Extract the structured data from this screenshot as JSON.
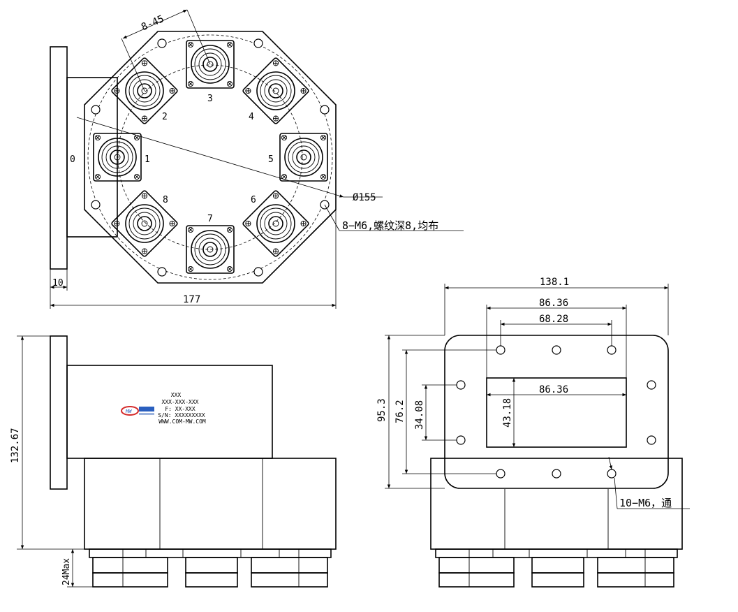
{
  "top_view": {
    "angle_label": "8-45",
    "port_numbers": [
      "0",
      "1",
      "2",
      "3",
      "4",
      "5",
      "6",
      "7",
      "8"
    ],
    "diameter_label": "Ø155",
    "thread_note": "8−M6,螺纹深8,均布",
    "flange_thickness": "10",
    "overall_width": "177"
  },
  "side_view": {
    "height_label": "132.67",
    "connector_height": "24Max",
    "label_lines": [
      "XXX",
      "XXX-XXX-XXX",
      "F: XX-XXX",
      "S/N: XXXXXXXXX",
      "WWW.COM-MW.COM"
    ],
    "logo_text": "MW"
  },
  "end_view": {
    "flange_width": "138.1",
    "hole_spacing_outer": "86.36",
    "hole_spacing_inner": "68.28",
    "aperture_width": "86.36",
    "flange_height": "95.3",
    "hole_spacing_vertical": "76.2",
    "side_hole_spacing": "34.08",
    "aperture_height": "43.18",
    "hole_note": "10−M6，通"
  },
  "colors": {
    "line": "#000000",
    "background": "#ffffff",
    "logo_red": "#d42a2a",
    "logo_blue": "#2a5fbf"
  }
}
